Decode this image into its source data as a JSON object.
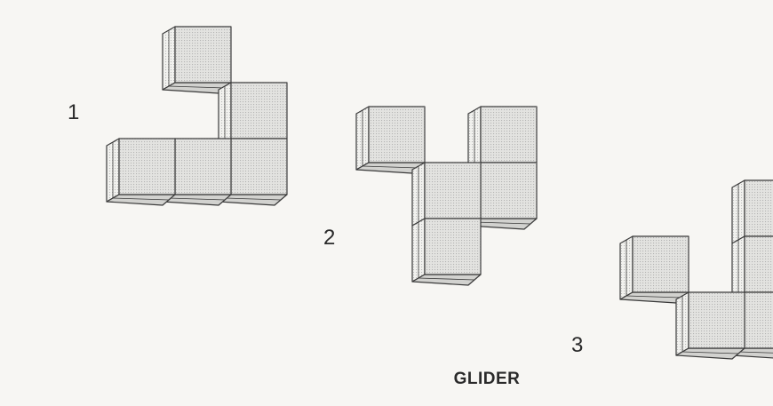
{
  "title": "GLIDER",
  "figures": [
    {
      "label": "1",
      "cells": [
        [
          1,
          0
        ],
        [
          2,
          1
        ],
        [
          0,
          2
        ],
        [
          1,
          2
        ],
        [
          2,
          2
        ]
      ]
    },
    {
      "label": "2",
      "cells": [
        [
          0,
          0
        ],
        [
          2,
          0
        ],
        [
          1,
          1
        ],
        [
          2,
          1
        ],
        [
          1,
          2
        ]
      ]
    },
    {
      "label": "3",
      "cells": [
        [
          2,
          0
        ],
        [
          0,
          1
        ],
        [
          2,
          1
        ],
        [
          1,
          2
        ],
        [
          2,
          2
        ]
      ]
    }
  ],
  "colors": {
    "background": "#f7f6f3",
    "front_face": "#e3e3e0",
    "side_face": "#f2f2ef",
    "bottom_face": "#d2d2cf",
    "stroke": "#3a3a3a",
    "dots": "#8e8e8e"
  }
}
